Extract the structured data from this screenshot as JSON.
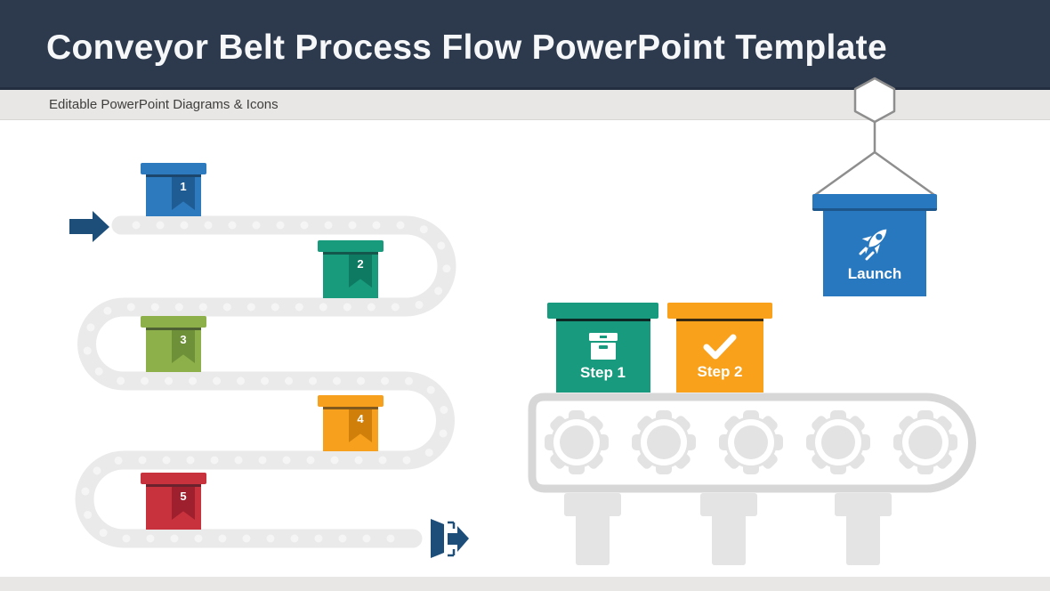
{
  "header": {
    "title": "Conveyor Belt Process Flow PowerPoint Template",
    "bg_color": "#2d3a4e",
    "text_color": "#f6f7f8"
  },
  "subheader": {
    "text": "Editable PowerPoint Diagrams & Icons",
    "bg_color": "#e9e7e5",
    "text_color": "#3f3e3c"
  },
  "serpentine": {
    "track_color": "#eaeaea",
    "entry_arrow_icon": "right-arrow-icon",
    "entry_arrow_color": "#1d4e79",
    "exit_icon": "exit-door-arrow-icon",
    "exit_icon_color": "#1d4e79",
    "boxes": [
      {
        "label": "1",
        "color": "#2e7abf",
        "ribbon_color": "#1f5c94"
      },
      {
        "label": "2",
        "color": "#189a7c",
        "ribbon_color": "#0d7a61"
      },
      {
        "label": "3",
        "color": "#8eb04a",
        "ribbon_color": "#6e9038"
      },
      {
        "label": "4",
        "color": "#f6a01d",
        "ribbon_color": "#d0800a"
      },
      {
        "label": "5",
        "color": "#c8323c",
        "ribbon_color": "#9e1f2e"
      }
    ]
  },
  "conveyor": {
    "belt_color": "#d7d7d7",
    "gear_color": "#e3e3e3",
    "gear_count": 5,
    "steps": [
      {
        "label": "Step 1",
        "color": "#179a7d",
        "icon": "archive-box-icon"
      },
      {
        "label": "Step 2",
        "color": "#f9a11b",
        "icon": "check-icon"
      }
    ]
  },
  "crane": {
    "hook_color": "#8e8e8e",
    "hook_shape": "hexagon",
    "box": {
      "label": "Launch",
      "color": "#2878bf",
      "icon": "rocket-icon"
    }
  },
  "floor_color": "#e9e7e5"
}
